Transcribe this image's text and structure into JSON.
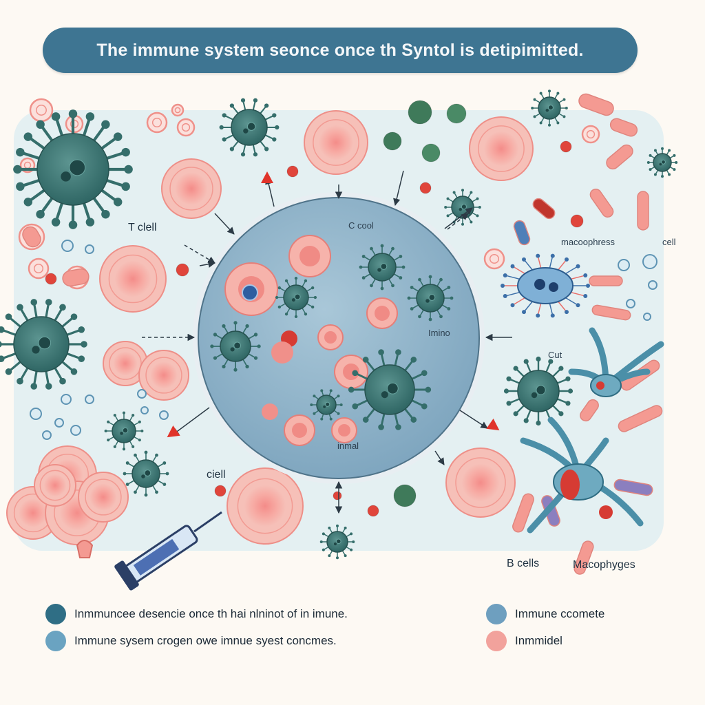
{
  "title": "The immune system seonce once th Syntol is detipimitted.",
  "labels": {
    "t_cell": "T clell",
    "c_cool": "C cool",
    "macophress": "macoophress",
    "cell_right": "cell",
    "inmno": "Imino",
    "cut": "Cut",
    "inmal": "inmal",
    "ciell": "ciell",
    "b_cells": "B cells",
    "macophyges": "Macophyges"
  },
  "legend": [
    {
      "text": "Inmmuncee desencie once th hai nlninot of in imune.",
      "color": "#2f6e85"
    },
    {
      "text": "Immune sysem crogen owe imnue syest concmes.",
      "color": "#6aa3c1"
    },
    {
      "text": "Immune ccomete",
      "color": "#6e9fbf"
    },
    {
      "text": "Inmmidel",
      "color": "#f2a29c"
    }
  ],
  "colors": {
    "banner": "#3e7592",
    "panel": "#e4f0f2",
    "virus": "#3f7a78",
    "red_cell": "#f4a8a1",
    "arrow_red": "#e0332a",
    "lens": "#8fb3c8"
  }
}
